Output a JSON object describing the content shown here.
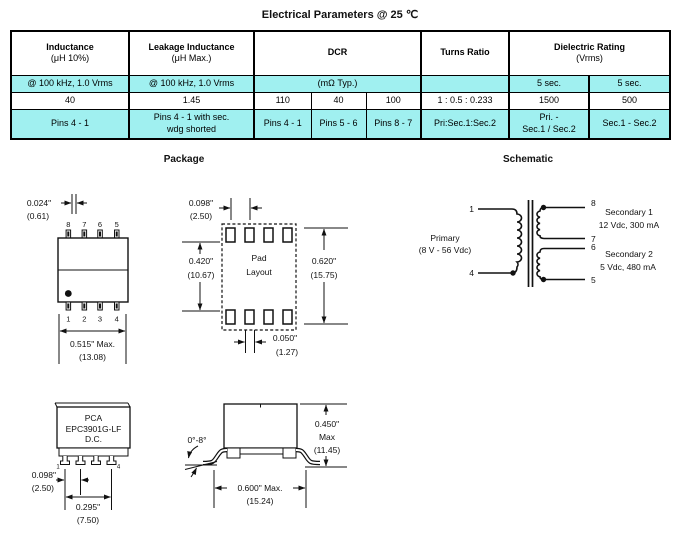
{
  "title": "Electrical Parameters @ 25 ℃",
  "table": {
    "header": {
      "inductance": [
        "Inductance",
        "(μH 10%)"
      ],
      "leakage": [
        "Leakage Inductance",
        "(μH Max.)"
      ],
      "dcr": "DCR",
      "turns_ratio": "Turns Ratio",
      "dielectric": [
        "Dielectric Rating",
        "(Vrms)"
      ]
    },
    "condition_row": {
      "inductance": "@ 100 kHz, 1.0 Vrms",
      "leakage": "@ 100 kHz, 1.0 Vrms",
      "dcr": "(mΩ Typ.)",
      "turns_ratio": "",
      "dielectric_1": "5 sec.",
      "dielectric_2": "5 sec."
    },
    "value_row": {
      "inductance": "40",
      "leakage": "1.45",
      "dcr_1": "110",
      "dcr_2": "40",
      "dcr_3": "100",
      "turns_ratio": "1 : 0.5 : 0.233",
      "dielectric_1": "1500",
      "dielectric_2": "500"
    },
    "pins_row": {
      "inductance": "Pins 4 - 1",
      "leakage": "Pins 4 - 1 with sec.\nwdg shorted",
      "dcr_1": "Pins 4 - 1",
      "dcr_2": "Pins 5 - 6",
      "dcr_3": "Pins 8 - 7",
      "turns_ratio": "Pri:Sec.1:Sec.2",
      "dielectric_1": "Pri. -\nSec.1 / Sec.2",
      "dielectric_2": "Sec.1 - Sec.2"
    }
  },
  "package": {
    "section_title": "Package",
    "top_view": {
      "pin_width_in": "0.024\"",
      "pin_width_mm": "(0.61)",
      "top_pins": [
        "8",
        "7",
        "6",
        "5"
      ],
      "bottom_pins": [
        "1",
        "2",
        "3",
        "4"
      ],
      "body_width_in": "0.515\" Max.",
      "body_width_mm": "(13.08)"
    },
    "pad_layout": {
      "label_line1": "Pad",
      "label_line2": "Layout",
      "pitch_in": "0.098\"",
      "pitch_mm": "(2.50)",
      "inner_span_in": "0.420\"",
      "inner_span_mm": "(10.67)",
      "outer_span_in": "0.620\"",
      "outer_span_mm": "(15.75)",
      "pad_width_in": "0.050\"",
      "pad_width_mm": "(1.27)"
    },
    "front_view": {
      "label_line1": "PCA",
      "label_line2": "EPC3901G-LF",
      "label_line3": "D.C.",
      "pin_first": "1",
      "pin_last": "4",
      "pitch_in": "0.098\"",
      "pitch_mm": "(2.50)",
      "span_in": "0.295\"",
      "span_mm": "(7.50)"
    },
    "side_view": {
      "lead_angle": "0°-8°",
      "height_in": "0.450\"",
      "height_max": "Max",
      "height_mm": "(11.45)",
      "width_in": "0.600\" Max.",
      "width_mm": "(15.24)"
    }
  },
  "schematic": {
    "section_title": "Schematic",
    "primary_label": "Primary",
    "primary_range": "(8 V - 56 Vdc)",
    "pin1": "1",
    "pin4": "4",
    "pin8": "8",
    "pin7": "7",
    "pin6": "6",
    "pin5": "5",
    "secondary1_label": "Secondary 1",
    "secondary1_rating": "12 Vdc,  300 mA",
    "secondary2_label": "Secondary 2",
    "secondary2_rating": "5 Vdc,  480 mA"
  },
  "colors": {
    "highlight": "#A0F0F0",
    "line": "#000000"
  }
}
